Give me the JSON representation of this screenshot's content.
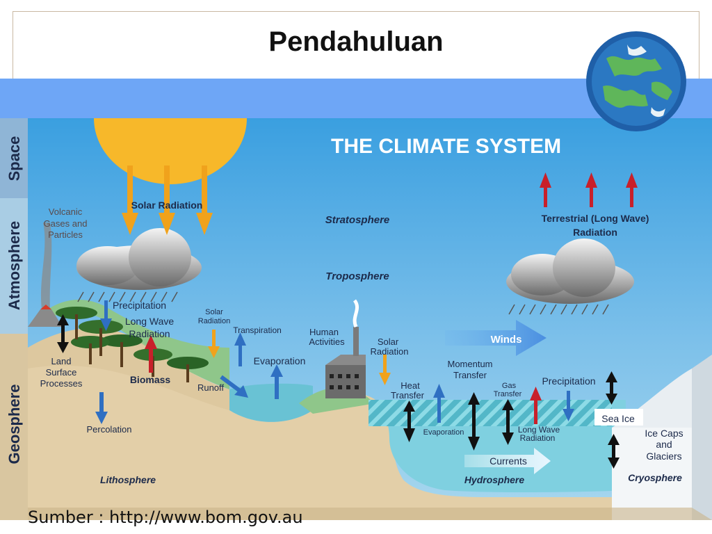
{
  "slide": {
    "title": "Pendahuluan",
    "source": "Sumber : http://www.bom.gov.au"
  },
  "diagram": {
    "heading": "THE CLIMATE SYSTEM",
    "bands": {
      "space": "Space",
      "atmosphere": "Atmosphere",
      "geosphere": "Geosphere"
    },
    "labels": {
      "solar_radiation_top": "Solar Radiation",
      "stratosphere": "Stratosphere",
      "troposphere": "Troposphere",
      "terrestrial_1": "Terrestrial (Long Wave)",
      "terrestrial_2": "Radiation",
      "volcanic_1": "Volcanic",
      "volcanic_2": "Gases and",
      "volcanic_3": "Particles",
      "precipitation_left": "Precipitation",
      "long_wave_1": "Long Wave",
      "long_wave_2": "Radiation",
      "solar_small_1": "Solar",
      "solar_small_2": "Radiation",
      "transpiration": "Transpiration",
      "evaporation_land": "Evaporation",
      "land_1": "Land",
      "land_2": "Surface",
      "land_3": "Processes",
      "biomass": "Biomass",
      "runoff": "Runoff",
      "human_1": "Human",
      "human_2": "Activities",
      "solar_mid_1": "Solar",
      "solar_mid_2": "Radiation",
      "winds": "Winds",
      "momentum_1": "Momentum",
      "momentum_2": "Transfer",
      "heat_1": "Heat",
      "heat_2": "Transfer",
      "gas_1": "Gas",
      "gas_2": "Transfer",
      "precipitation_right": "Precipitation",
      "sea_ice": "Sea Ice",
      "ice_caps_1": "Ice Caps",
      "ice_caps_2": "and",
      "ice_caps_3": "Glaciers",
      "percolation": "Percolation",
      "evaporation_ocean": "Evaporation",
      "long_wave_ocean_1": "Long Wave",
      "long_wave_ocean_2": "Radiation",
      "currents": "Currents",
      "lithosphere": "Lithosphere",
      "hydrosphere": "Hydrosphere",
      "cryosphere": "Cryosphere"
    },
    "colors": {
      "sky_top": "#3a9fe0",
      "sky_bottom": "#9fd3ec",
      "land": "#e3cfa8",
      "vegetation": "#8fc68a",
      "ocean": "#7fd0e0",
      "sun": "#f7b82a",
      "arrow_orange": "#f0a21c",
      "arrow_blue": "#2f6fc2",
      "arrow_red": "#c8202a",
      "arrow_black": "#111111"
    }
  }
}
